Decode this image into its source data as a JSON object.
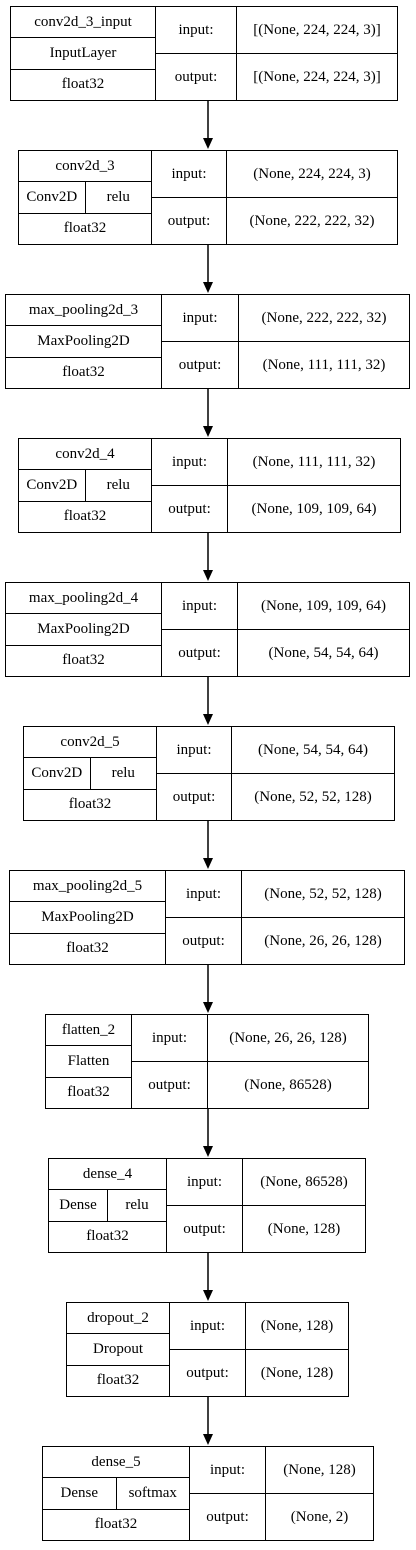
{
  "layers": [
    {
      "name": "conv2d_3_input",
      "type": "InputLayer",
      "activation": "",
      "dtype": "float32",
      "input_label": "input:",
      "output_label": "output:",
      "input": "[(None, 224, 224, 3)]",
      "output": "[(None, 224, 224, 3)]"
    },
    {
      "name": "conv2d_3",
      "type": "Conv2D",
      "activation": "relu",
      "dtype": "float32",
      "input_label": "input:",
      "output_label": "output:",
      "input": "(None, 224, 224, 3)",
      "output": "(None, 222, 222, 32)"
    },
    {
      "name": "max_pooling2d_3",
      "type": "MaxPooling2D",
      "activation": "",
      "dtype": "float32",
      "input_label": "input:",
      "output_label": "output:",
      "input": "(None, 222, 222, 32)",
      "output": "(None, 111, 111, 32)"
    },
    {
      "name": "conv2d_4",
      "type": "Conv2D",
      "activation": "relu",
      "dtype": "float32",
      "input_label": "input:",
      "output_label": "output:",
      "input": "(None, 111, 111, 32)",
      "output": "(None, 109, 109, 64)"
    },
    {
      "name": "max_pooling2d_4",
      "type": "MaxPooling2D",
      "activation": "",
      "dtype": "float32",
      "input_label": "input:",
      "output_label": "output:",
      "input": "(None, 109, 109, 64)",
      "output": "(None, 54, 54, 64)"
    },
    {
      "name": "conv2d_5",
      "type": "Conv2D",
      "activation": "relu",
      "dtype": "float32",
      "input_label": "input:",
      "output_label": "output:",
      "input": "(None, 54, 54, 64)",
      "output": "(None, 52, 52, 128)"
    },
    {
      "name": "max_pooling2d_5",
      "type": "MaxPooling2D",
      "activation": "",
      "dtype": "float32",
      "input_label": "input:",
      "output_label": "output:",
      "input": "(None, 52, 52, 128)",
      "output": "(None, 26, 26, 128)"
    },
    {
      "name": "flatten_2",
      "type": "Flatten",
      "activation": "",
      "dtype": "float32",
      "input_label": "input:",
      "output_label": "output:",
      "input": "(None, 26, 26, 128)",
      "output": "(None, 86528)"
    },
    {
      "name": "dense_4",
      "type": "Dense",
      "activation": "relu",
      "dtype": "float32",
      "input_label": "input:",
      "output_label": "output:",
      "input": "(None, 86528)",
      "output": "(None, 128)"
    },
    {
      "name": "dropout_2",
      "type": "Dropout",
      "activation": "",
      "dtype": "float32",
      "input_label": "input:",
      "output_label": "output:",
      "input": "(None, 128)",
      "output": "(None, 128)"
    },
    {
      "name": "dense_5",
      "type": "Dense",
      "activation": "softmax",
      "dtype": "float32",
      "input_label": "input:",
      "output_label": "output:",
      "input": "(None, 128)",
      "output": "(None, 2)"
    }
  ]
}
